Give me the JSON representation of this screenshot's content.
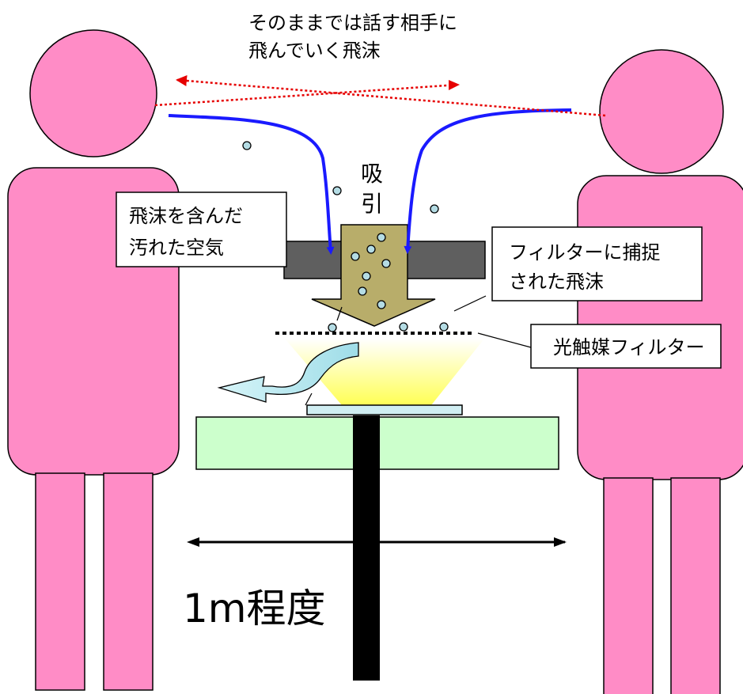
{
  "labels": {
    "top_note_line1": "そのままでは話す相手に",
    "top_note_line2": "飛んでいく飛沫",
    "suction_line1": "吸",
    "suction_line2": "引",
    "dirty_air_line1": "飛沫を含んだ",
    "dirty_air_line2": "汚れた空気",
    "captured_line1": "フィルターに捕捉",
    "captured_line2": "された飛沫",
    "filter_label": "光触媒フィルター",
    "distance_label": "1m程度"
  },
  "colors": {
    "person_fill": "#ff8cc6",
    "airflow_arrow": "#1a1aff",
    "spray_path": "#e60000",
    "suction_arrow": "#b8ad6a",
    "hood": "#5f5f5f",
    "exhaust_arrow": "#aee6ee",
    "table": "#ccffcc",
    "uv_glow": "#ffff66",
    "droplet": "#b4dce4",
    "pole": "#000000"
  },
  "icons": [
    "person-icon",
    "droplet-icon",
    "arrow-icon"
  ]
}
